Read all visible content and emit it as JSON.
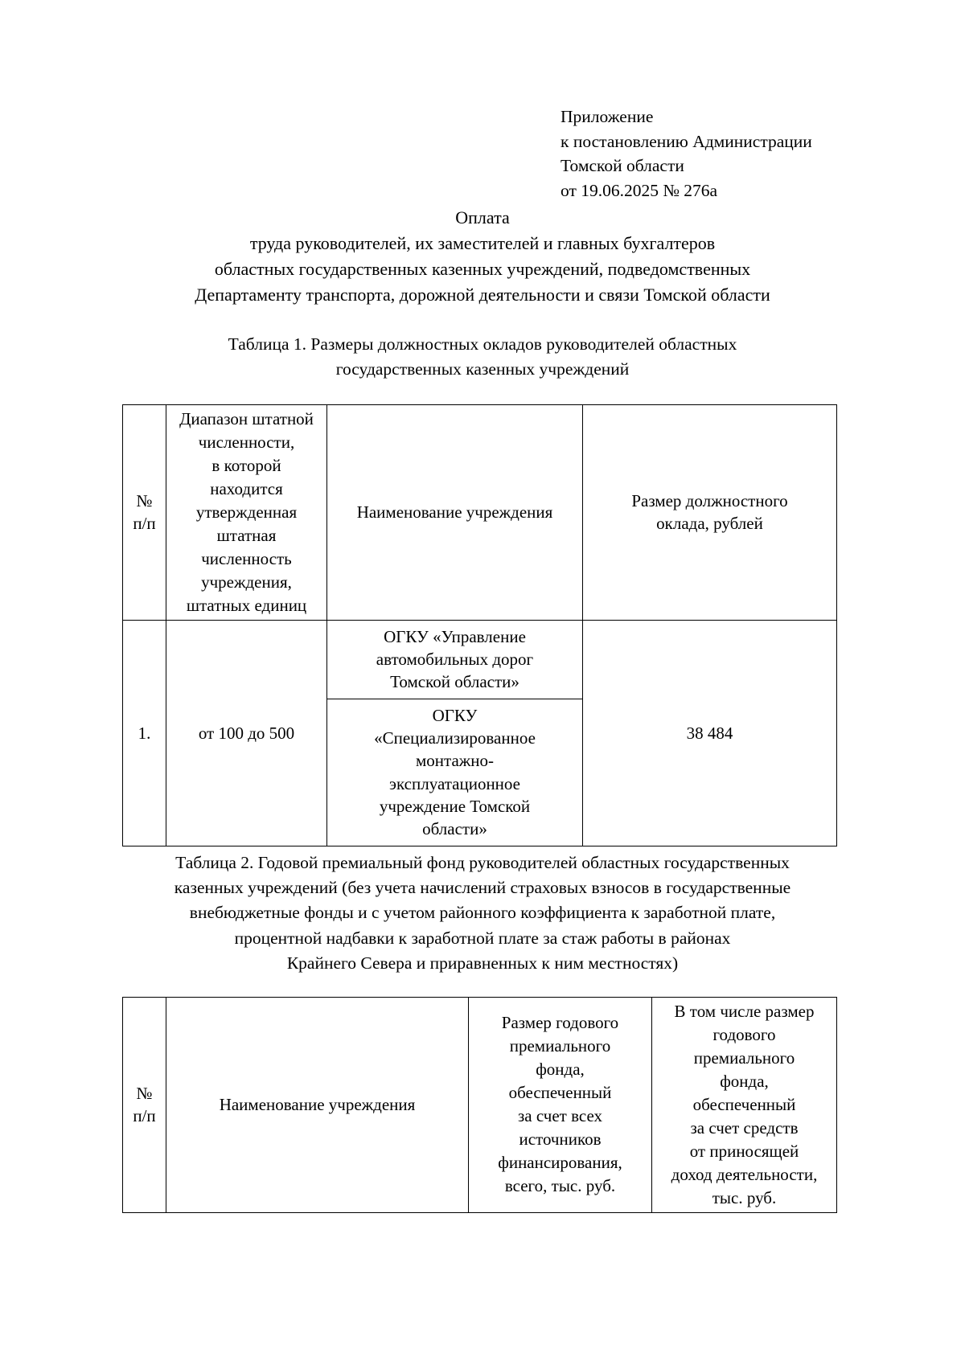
{
  "appendix_ref": {
    "lines": [
      "Приложение",
      "к постановлению Администрации",
      "Томской области",
      "от 19.06.2025 № 276а"
    ]
  },
  "doc_title": {
    "lines": [
      "Оплата",
      "труда руководителей, их заместителей и главных бухгалтеров",
      "областных государственных казенных учреждений, подведомственных",
      "Департаменту транспорта, дорожной деятельности и связи Томской области"
    ]
  },
  "table1": {
    "caption_lines": [
      "Таблица 1. Размеры должностных окладов руководителей областных",
      "государственных казенных учреждений"
    ],
    "headers": {
      "num": "№\nп/п",
      "num_line1": "№",
      "num_line2": "п/п",
      "range": "Диапазон штатной численности, в которой находится утвержденная штатная численность учреждения, штатных единиц",
      "range_lines": [
        "Диапазон штатной",
        "численности,",
        "в которой",
        "находится",
        "утвержденная",
        "штатная",
        "численность",
        "учреждения,",
        "штатных единиц"
      ],
      "name": "Наименование учреждения",
      "oklad": "Размер должностного оклада, рублей",
      "oklad_lines": [
        "Размер должностного",
        "оклада, рублей"
      ]
    },
    "rows": [
      {
        "num": "1.",
        "range": "от 100 до 500",
        "institutions": [
          "ОГКУ «Управление автомобильных дорог Томской области»",
          "ОГКУ «Специализированное монтажно-эксплуатационное учреждение Томской области»"
        ],
        "institutions_lines": [
          [
            "ОГКУ «Управление",
            "автомобильных дорог",
            "Томской области»"
          ],
          [
            "ОГКУ",
            "«Специализированное",
            "монтажно-",
            "эксплуатационное",
            "учреждение Томской",
            "области»"
          ]
        ],
        "oklad": "38 484"
      }
    ]
  },
  "table2": {
    "caption_lines": [
      "Таблица 2. Годовой премиальный фонд руководителей областных государственных",
      "казенных учреждений (без учета начислений страховых взносов в государственные",
      "внебюджетные фонды и с учетом районного коэффициента к заработной плате,",
      "процентной надбавки к заработной плате за стаж работы в районах",
      "Крайнего Севера и приравненных к ним местностях)"
    ],
    "headers": {
      "num_line1": "№",
      "num_line2": "п/п",
      "name": "Наименование учреждения",
      "all_sources": "Размер годового премиального фонда, обеспеченный за счет всех источников финансирования, всего, тыс. руб.",
      "all_sources_lines": [
        "Размер годового",
        "премиального",
        "фонда,",
        "обеспеченный",
        "за счет всех",
        "источников",
        "финансирования,",
        "всего, тыс. руб."
      ],
      "income_activity": "В том числе размер годового премиального фонда, обеспеченный за счет средств от приносящей доход деятельности, тыс. руб.",
      "income_activity_lines": [
        "В том числе размер",
        "годового",
        "премиального",
        "фонда,",
        "обеспеченный",
        "за счет средств",
        "от приносящей",
        "доход деятельности,",
        "тыс. руб."
      ]
    }
  }
}
